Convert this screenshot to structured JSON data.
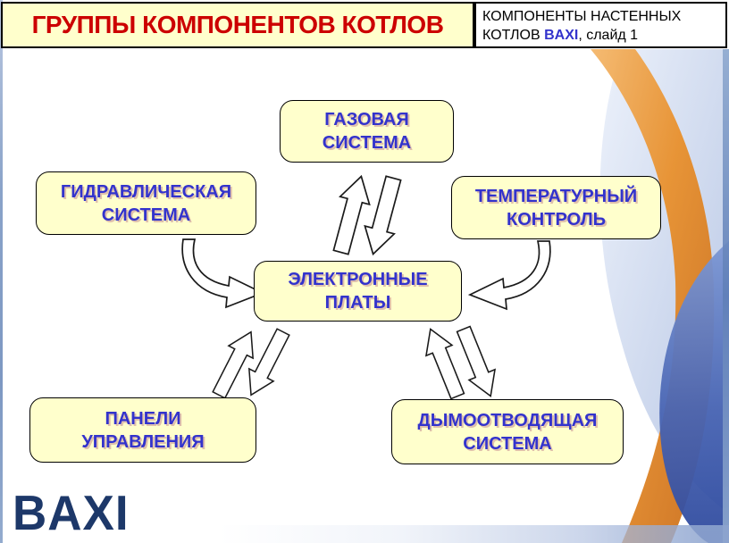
{
  "header": {
    "title": "ГРУППЫ КОМПОНЕНТОВ КОТЛОВ",
    "note_line1": "КОМПОНЕНТЫ НАСТЕННЫХ",
    "note_line2_prefix": "КОТЛОВ ",
    "note_brand": "BAXI",
    "note_suffix": ", слайд 1"
  },
  "nodes": {
    "gas": {
      "line1": "ГАЗОВАЯ",
      "line2": "СИСТЕМА"
    },
    "hydraulic": {
      "line1": "ГИДРАВЛИЧЕСКАЯ",
      "line2": "СИСТЕМА"
    },
    "temperature": {
      "line1": "ТЕМПЕРАТУРНЫЙ",
      "line2": "КОНТРОЛЬ"
    },
    "electronics": {
      "line1": "ЭЛЕКТРОННЫЕ",
      "line2": "ПЛАТЫ"
    },
    "panels": {
      "line1": "ПАНЕЛИ",
      "line2": "УПРАВЛЕНИЯ"
    },
    "flue": {
      "line1": "ДЫМООТВОДЯЩАЯ",
      "line2": "СИСТЕМА"
    }
  },
  "connections": [
    {
      "from": "gas",
      "to": "electronics",
      "type": "double-block-arrow"
    },
    {
      "from": "hydraulic",
      "to": "electronics",
      "type": "curved-arrow"
    },
    {
      "from": "temperature",
      "to": "electronics",
      "type": "curved-arrow"
    },
    {
      "from": "panels",
      "to": "electronics",
      "type": "double-block-arrow"
    },
    {
      "from": "flue",
      "to": "electronics",
      "type": "double-block-arrow"
    }
  ],
  "logo": {
    "text": "BAXI"
  },
  "colors": {
    "title_red": "#CC0000",
    "node_text_blue": "#3333CC",
    "box_fill_yellow": "#FFFFCC",
    "brand_navy": "#1D3869",
    "deco_orange": "#E08428",
    "deco_blue": "#3552A8"
  }
}
